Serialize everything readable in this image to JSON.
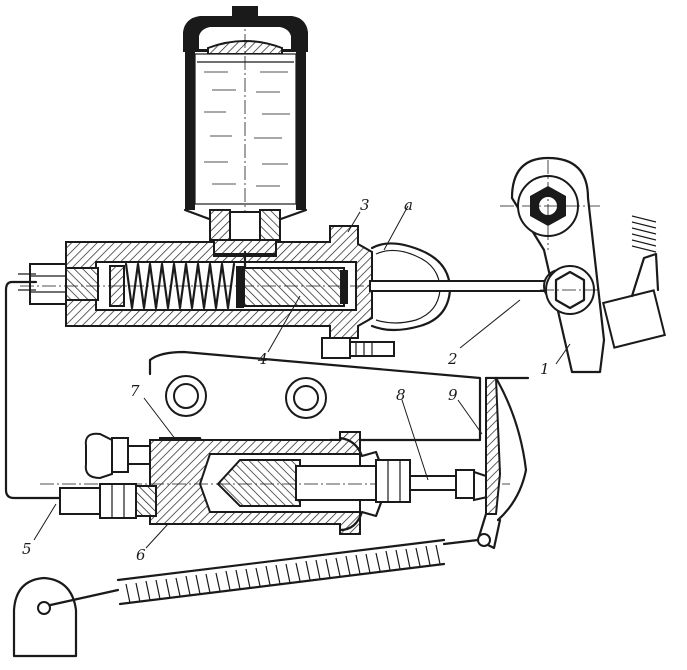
{
  "labels": {
    "l1": "1",
    "l2": "2",
    "l3": "3",
    "l4": "4",
    "l5": "5",
    "l6": "6",
    "l7": "7",
    "l8": "8",
    "l9": "9",
    "la": "a"
  }
}
